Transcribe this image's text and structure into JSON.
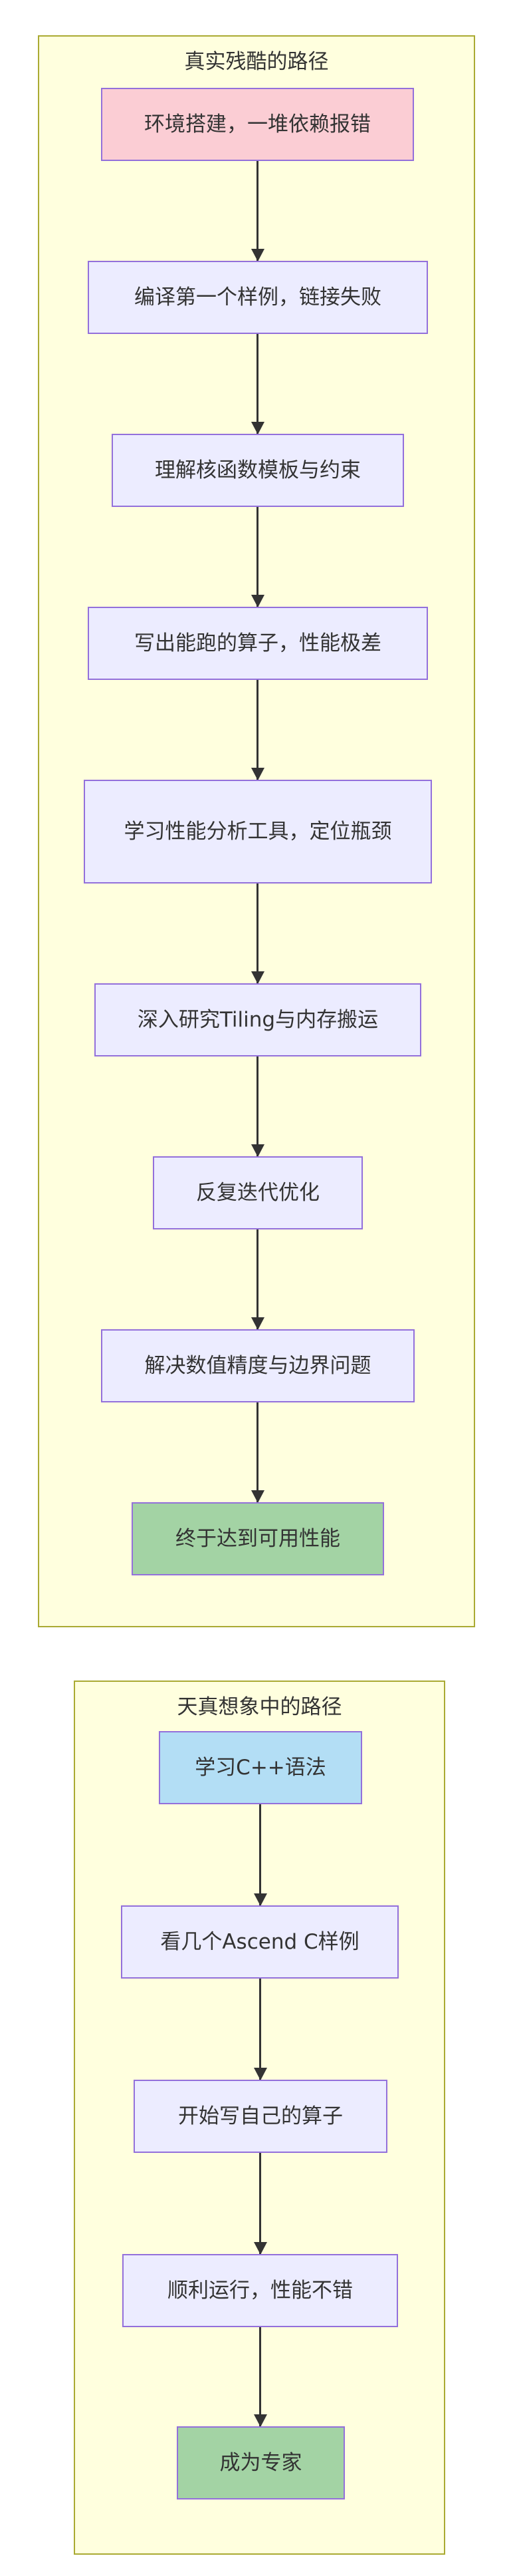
{
  "diagram": {
    "type": "flowchart",
    "direction": "top-down",
    "colors": {
      "page_background": "#FFFFFF",
      "subgraph_fill": "#FFFFDE",
      "subgraph_border": "#AAAA33",
      "node_fill": "#ECECFF",
      "node_border": "#9370DB",
      "pink_fill": "#FBCDD4",
      "green_fill": "#A3D3A4",
      "blue_fill": "#B3DEF5",
      "edge_color": "#333333",
      "text_color": "#333333"
    },
    "subgraphs": [
      {
        "title": "真实残酷的路径",
        "nodes": [
          {
            "label": "环境搭建，一堆依赖报错",
            "variant": "pink"
          },
          {
            "label": "编译第一个样例，链接失败",
            "variant": "default"
          },
          {
            "label": "理解核函数模板与约束",
            "variant": "default"
          },
          {
            "label": "写出能跑的算子，性能极差",
            "variant": "default"
          },
          {
            "label": "学习性能分析工具，定位瓶颈",
            "variant": "default"
          },
          {
            "label": "深入研究Tiling与内存搬运",
            "variant": "default"
          },
          {
            "label": "反复迭代优化",
            "variant": "default"
          },
          {
            "label": "解决数值精度与边界问题",
            "variant": "default"
          },
          {
            "label": "终于达到可用性能",
            "variant": "green"
          }
        ]
      },
      {
        "title": "天真想象中的路径",
        "nodes": [
          {
            "label": "学习C++语法",
            "variant": "blue"
          },
          {
            "label": "看几个Ascend C样例",
            "variant": "default"
          },
          {
            "label": "开始写自己的算子",
            "variant": "default"
          },
          {
            "label": "顺利运行，性能不错",
            "variant": "default"
          },
          {
            "label": "成为专家",
            "variant": "green"
          }
        ]
      }
    ]
  }
}
